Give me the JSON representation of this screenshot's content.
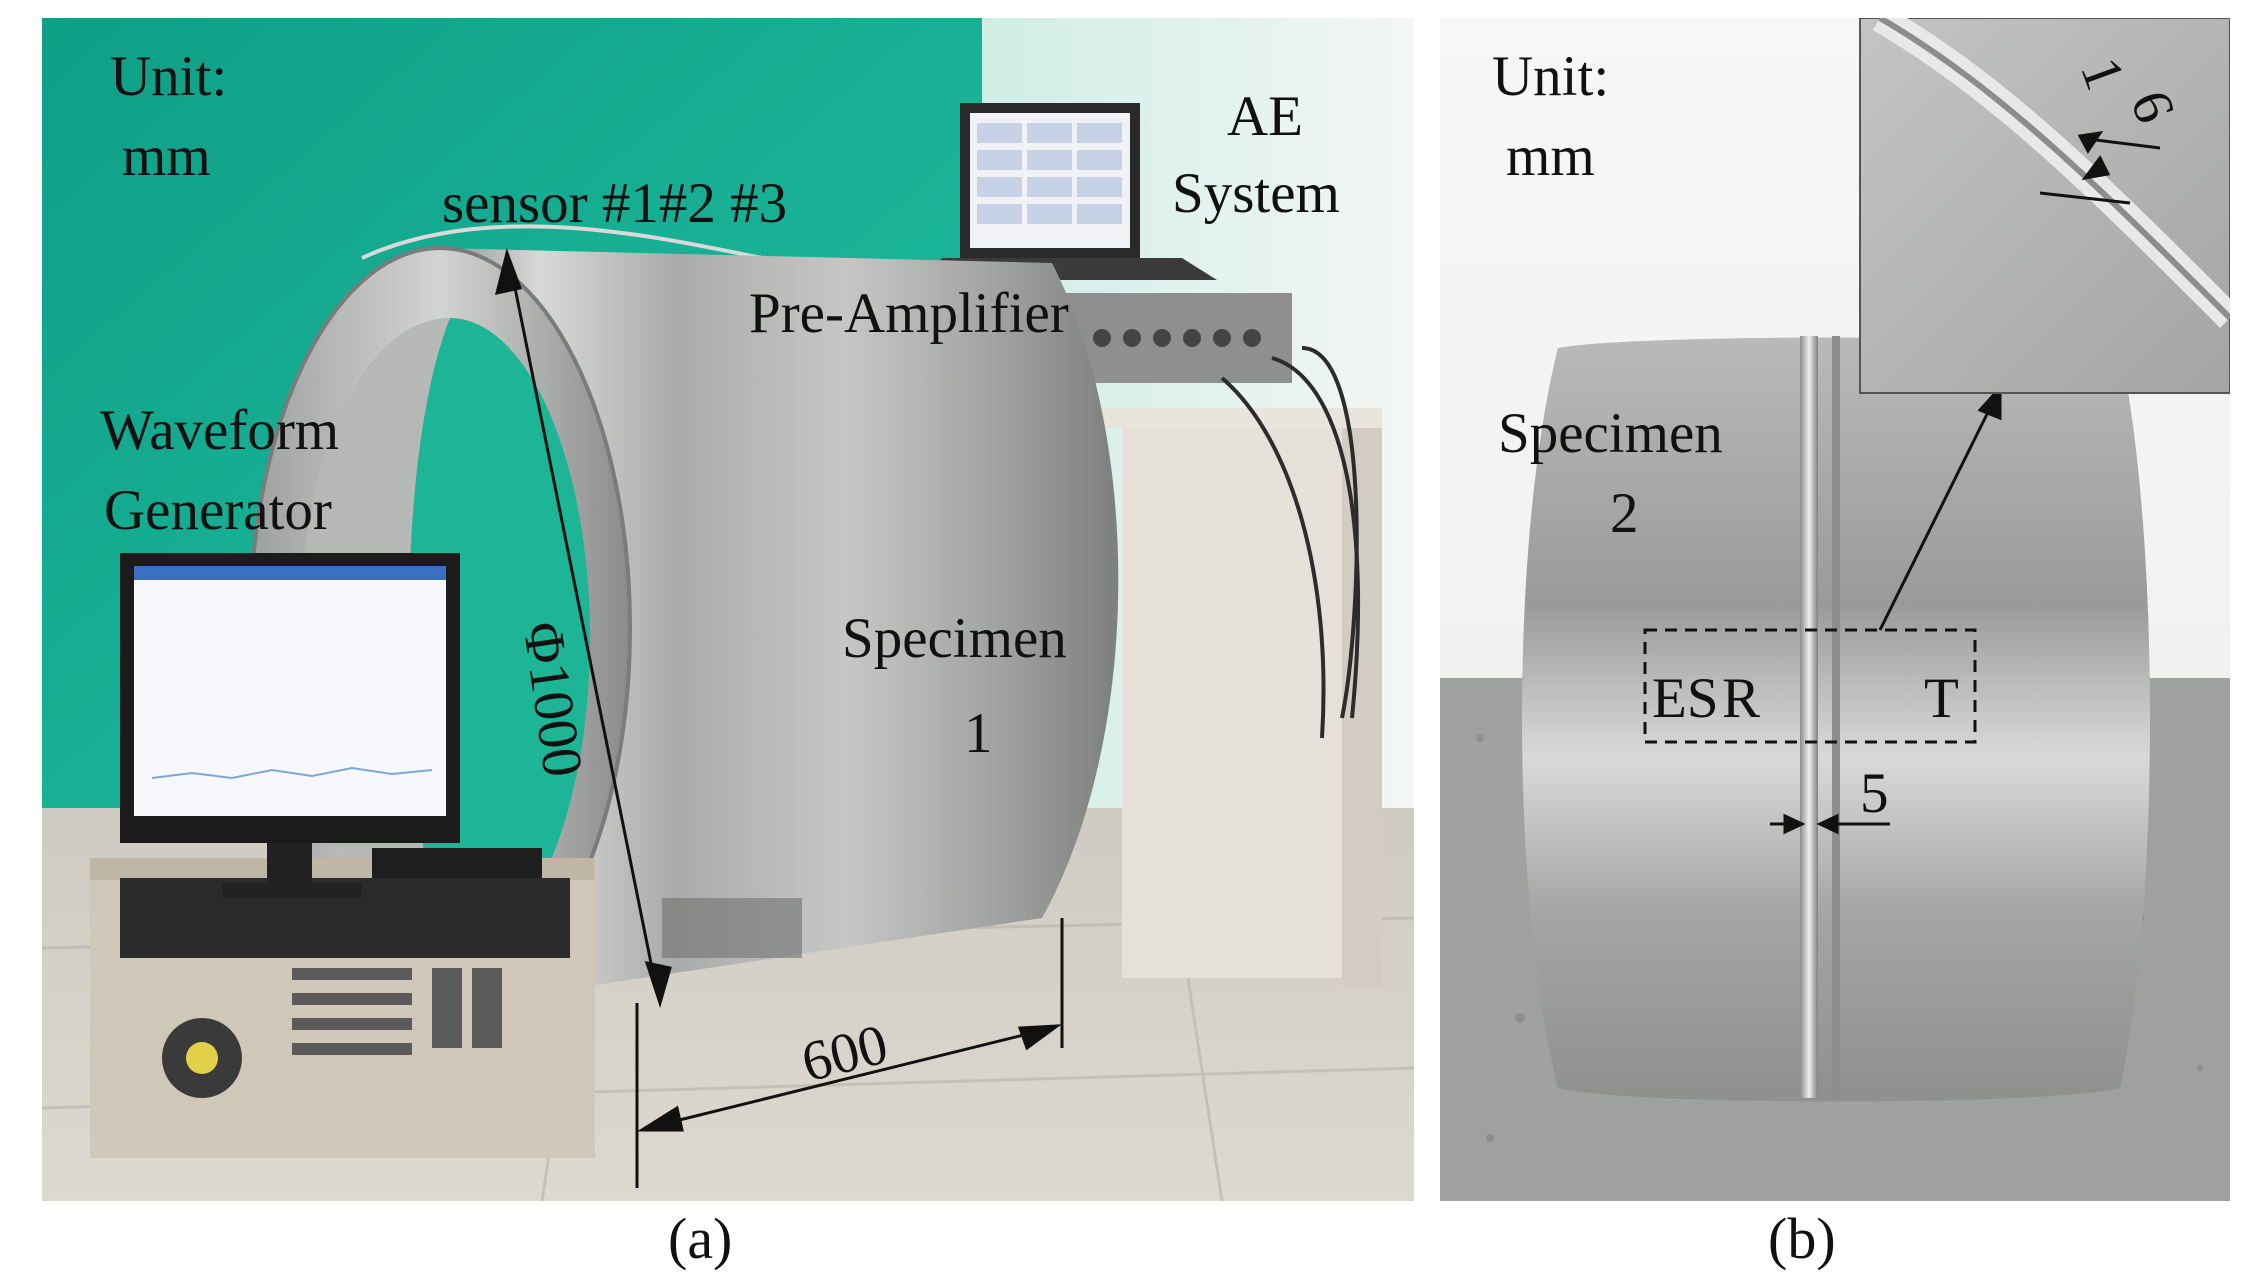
{
  "panel_a": {
    "caption": "(a)",
    "unit_label_1": "Unit:",
    "unit_label_2": "mm",
    "sensor_label": "sensor #1#2 #3",
    "ae_system_1": "AE",
    "ae_system_2": "System",
    "preamp_label": "Pre-Amplifier",
    "waveform_1": "Waveform",
    "waveform_2": "Generator",
    "diameter_label": "Φ1000",
    "length_label": "600",
    "specimen_1": "Specimen",
    "specimen_2": "1"
  },
  "panel_b": {
    "caption": "(b)",
    "unit_label_1": "Unit:",
    "unit_label_2": "mm",
    "specimen_1": "Specimen",
    "specimen_2": "2",
    "zone_es": "ES",
    "zone_r": "R",
    "zone_t": "T",
    "gap_label": "5",
    "inset_dim_1": "1",
    "inset_dim_2": "6"
  },
  "colors": {
    "backdrop": "#17b496",
    "steel": "#c7c8c6",
    "floor": "#d6d2c9"
  }
}
